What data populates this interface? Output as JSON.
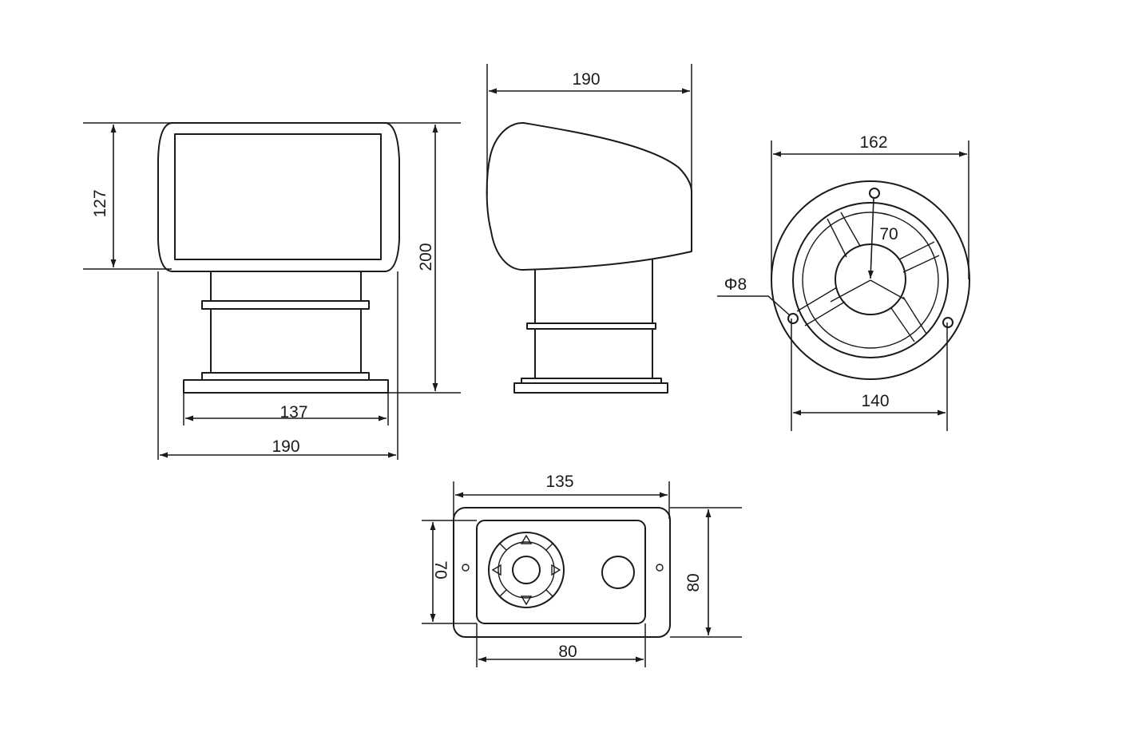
{
  "drawing": {
    "front_view": {
      "height_head": "127",
      "height_total": "200",
      "width_base": "137",
      "width_total": "190"
    },
    "side_view": {
      "width_total": "190"
    },
    "top_view": {
      "outer_diameter": "162",
      "radius": "70",
      "hole": "Φ8",
      "bolt_span": "140"
    },
    "control_panel": {
      "width_total": "135",
      "height_inner": "70",
      "height_total": "80",
      "width_inner": "80"
    }
  }
}
